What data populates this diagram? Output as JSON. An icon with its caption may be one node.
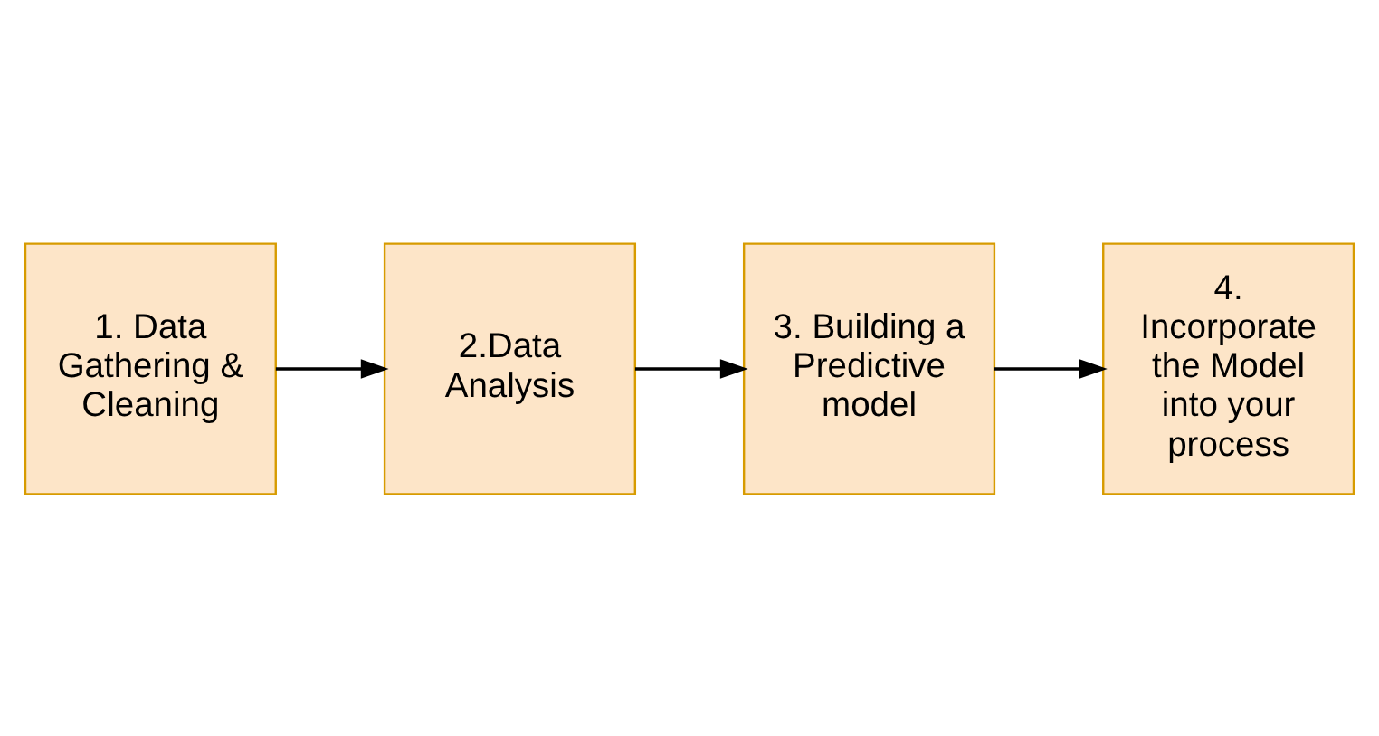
{
  "diagram": {
    "nodes": [
      {
        "text": [
          "1. Data Gathering & Cleaning"
        ]
      },
      {
        "text": [
          "2.Data Analysis"
        ]
      },
      {
        "text": [
          "3. Building a Predictive model"
        ]
      },
      {
        "text": [
          "4. Incorporate the Model into your process"
        ]
      }
    ],
    "edges": [
      {
        "from": 0,
        "to": 1,
        "arrow": "to"
      },
      {
        "from": 1,
        "to": 2,
        "arrow": "to"
      },
      {
        "from": 2,
        "to": 3,
        "arrow": "to"
      }
    ]
  }
}
